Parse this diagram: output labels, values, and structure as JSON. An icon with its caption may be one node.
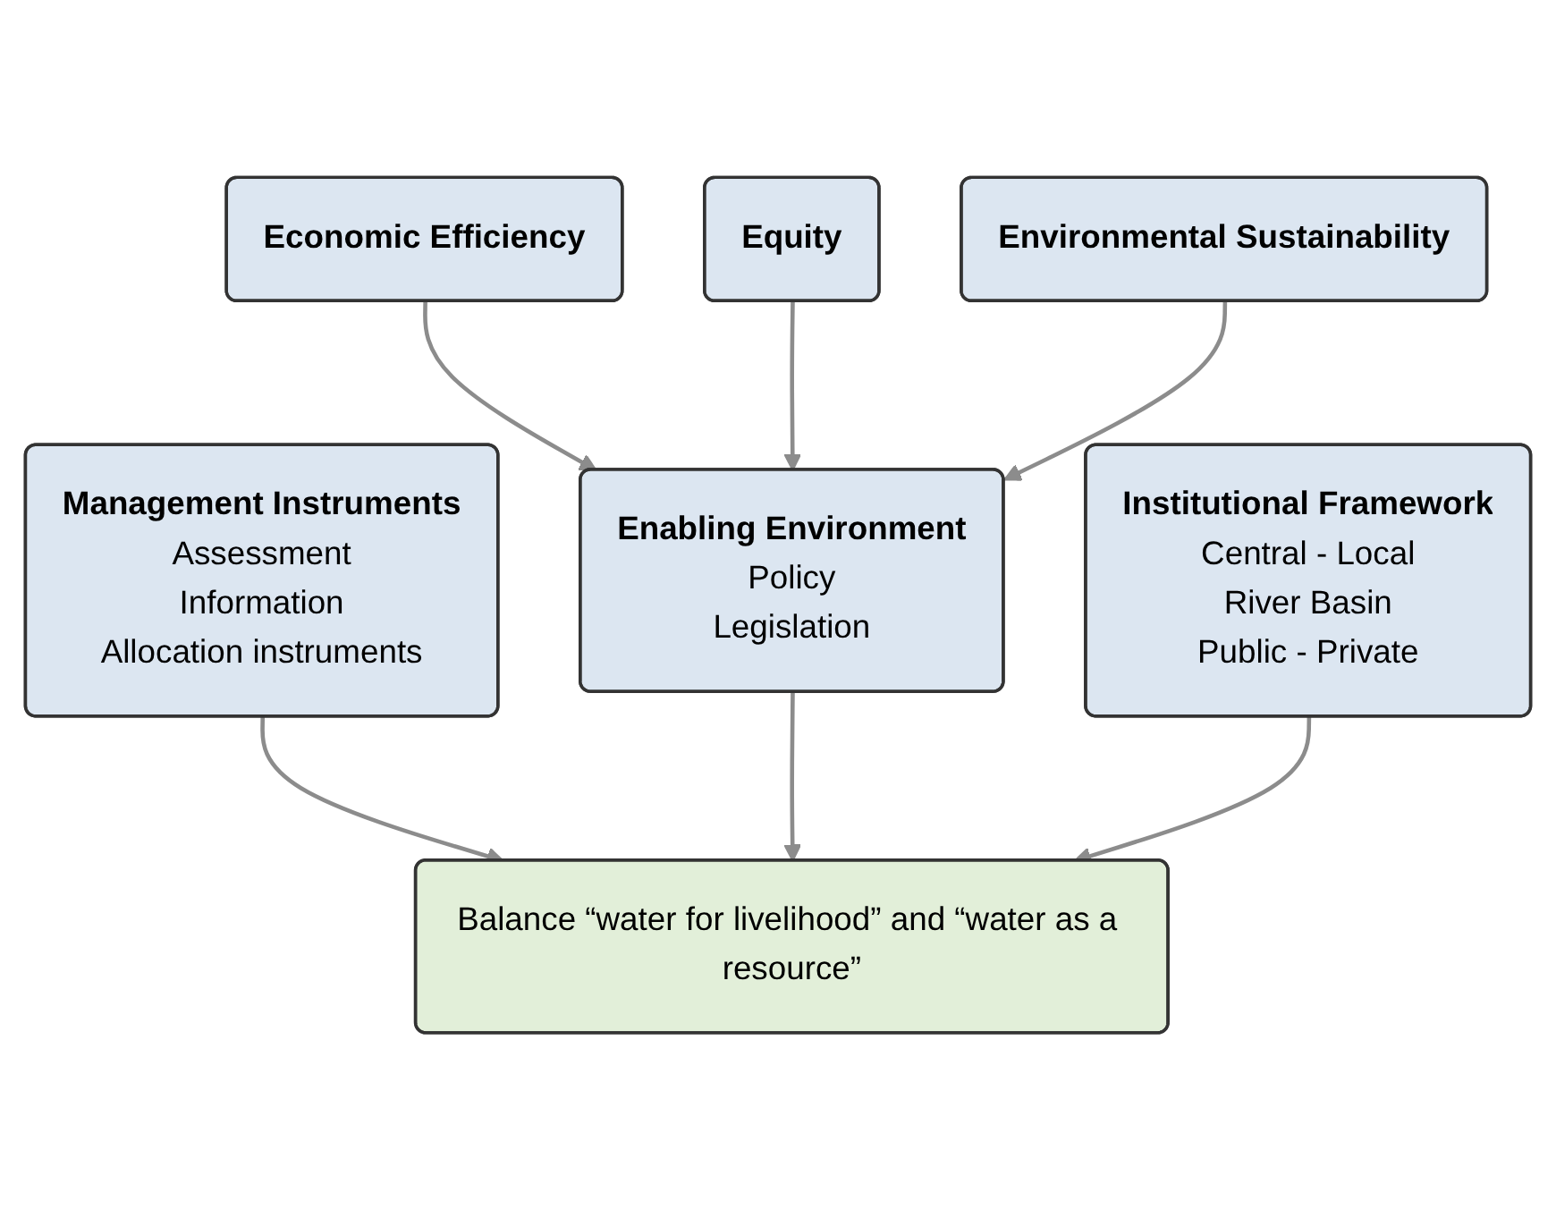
{
  "diagram": {
    "nodes": [
      {
        "text": [
          "Economic Efficiency"
        ]
      },
      {
        "text": [
          "Equity"
        ]
      },
      {
        "text": [
          "Environmental Sustainability"
        ]
      },
      {
        "text": [
          "Management Instruments",
          "Assessment",
          "Information",
          "Allocation instruments"
        ]
      },
      {
        "text": [
          "Enabling Environment",
          "Policy",
          "Legislation"
        ]
      },
      {
        "text": [
          "Institutional Framework",
          "Central - Local",
          "River Basin",
          "Public - Private"
        ]
      },
      {
        "text": [
          "Balance “water for livelihood” and “water as a resource”"
        ]
      }
    ],
    "edges": [
      {
        "from": 0,
        "to": 4,
        "arrow": "to"
      },
      {
        "from": 1,
        "to": 4,
        "arrow": "to"
      },
      {
        "from": 2,
        "to": 4,
        "arrow": "to"
      },
      {
        "from": 3,
        "to": 6,
        "arrow": "to"
      },
      {
        "from": 4,
        "to": 6,
        "arrow": "to"
      },
      {
        "from": 5,
        "to": 6,
        "arrow": "to"
      }
    ]
  }
}
